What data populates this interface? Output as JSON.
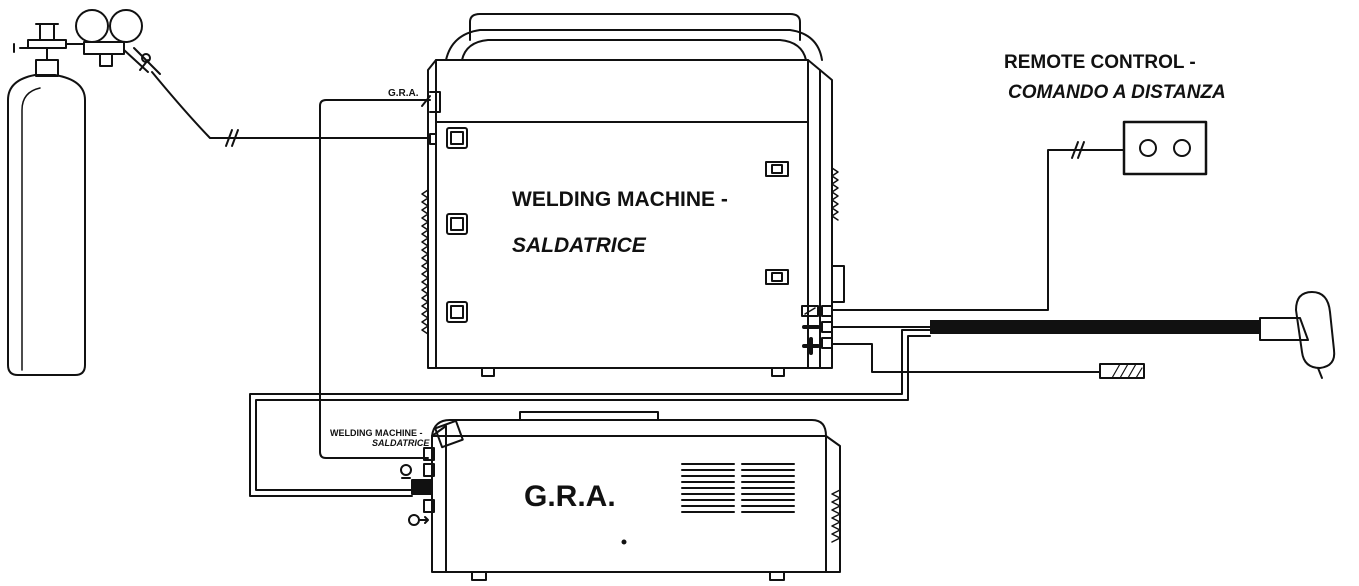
{
  "labels": {
    "remote_control_en": "REMOTE CONTROL -",
    "remote_control_it": "COMANDO A DISTANZA",
    "welding_machine_en": "WELDING MACHINE -",
    "welding_machine_it": "SALDATRICE",
    "gra_tag": "G.R.A.",
    "gra_main": "G.R.A.",
    "gra_small_en": "WELDING MACHINE -",
    "gra_small_it": "SALDATRICE"
  },
  "icons": {
    "gas_cylinder": "gas-cylinder-icon",
    "pressure_regulator": "pressure-regulator-icon",
    "remote_control": "remote-control-icon",
    "torch": "welding-torch-icon",
    "ground_clamp": "ground-clamp-icon",
    "terminal_minus": "minus-terminal-icon",
    "terminal_plus": "plus-terminal-icon",
    "remote_socket": "remote-socket-icon"
  },
  "colors": {
    "line": "#111111",
    "background": "#ffffff"
  }
}
